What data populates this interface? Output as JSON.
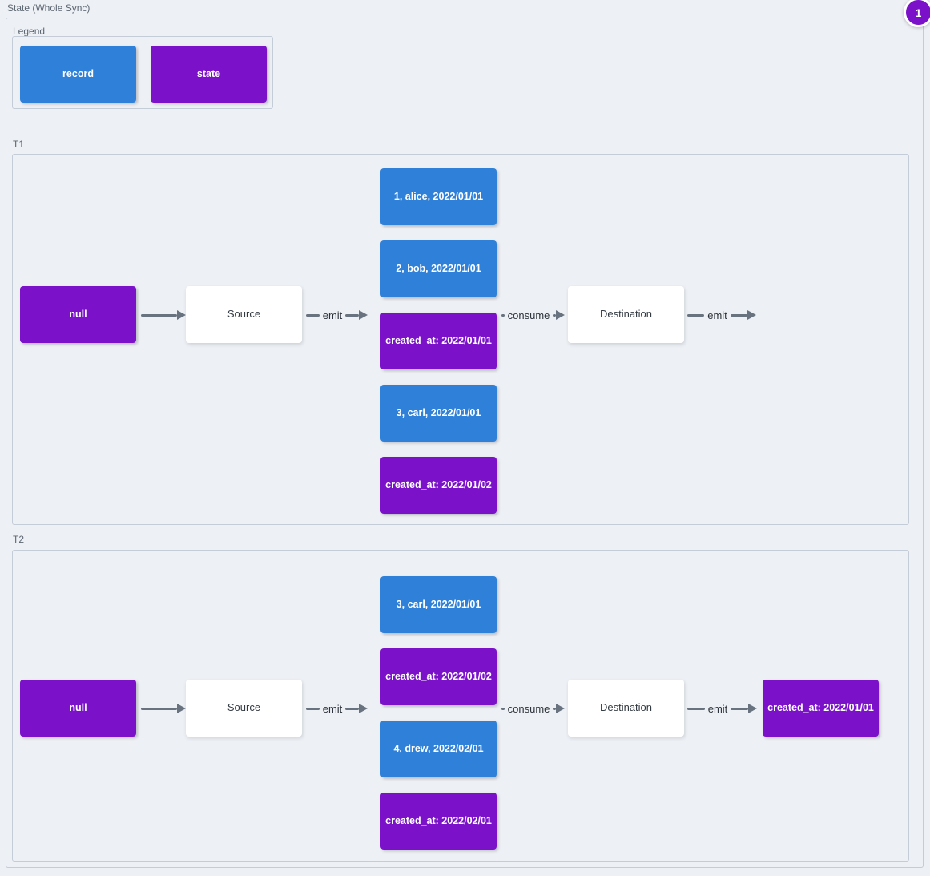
{
  "title": "State (Whole Sync)",
  "annotation_badge": "1",
  "colors": {
    "record_blue": "#2e80d9",
    "state_purple": "#7b12c9",
    "edge_gray": "#68737f",
    "background": "#edf0f5",
    "group_border": "#c3ccd7"
  },
  "legend": {
    "label": "Legend",
    "items": [
      {
        "label": "record",
        "type": "record"
      },
      {
        "label": "state",
        "type": "state"
      }
    ]
  },
  "t1": {
    "label": "T1",
    "null_node": "null",
    "source": "Source",
    "emit_label": "emit",
    "records": [
      {
        "text": "1, alice, 2022/01/01",
        "type": "record"
      },
      {
        "text": "2, bob, 2022/01/01",
        "type": "record"
      },
      {
        "text": "created_at: 2022/01/01",
        "type": "state"
      },
      {
        "text": "3, carl, 2022/01/01",
        "type": "record"
      },
      {
        "text": "created_at: 2022/01/02",
        "type": "state"
      }
    ],
    "consume_label": "consume",
    "destination": "Destination",
    "emit_out_label": "emit"
  },
  "t2": {
    "label": "T2",
    "null_node": "null",
    "source": "Source",
    "emit_label": "emit",
    "records": [
      {
        "text": "3, carl, 2022/01/01",
        "type": "record"
      },
      {
        "text": "created_at: 2022/01/02",
        "type": "state"
      },
      {
        "text": "4, drew, 2022/02/01",
        "type": "record"
      },
      {
        "text": "created_at: 2022/02/01",
        "type": "state"
      }
    ],
    "consume_label": "consume",
    "destination": "Destination",
    "emit_out_label": "emit",
    "output_state": {
      "text": "created_at: 2022/01/01",
      "type": "state"
    }
  }
}
